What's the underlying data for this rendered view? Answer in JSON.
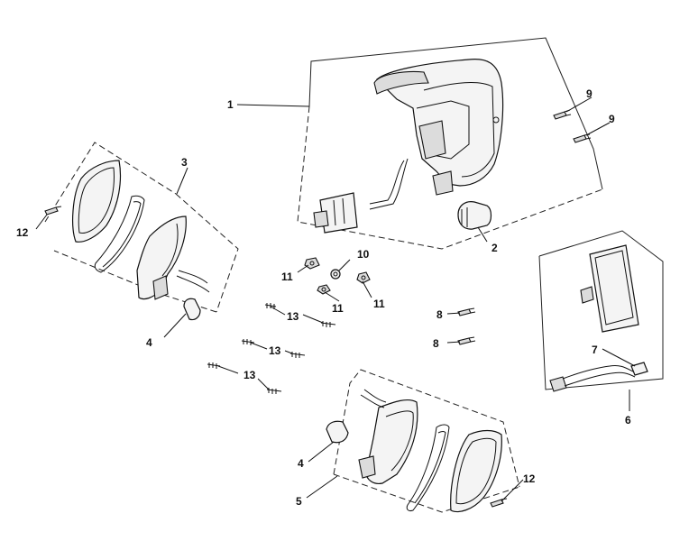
{
  "diagram": {
    "labels": {
      "l1": "1",
      "l2": "2",
      "l3": "3",
      "l4a": "4",
      "l4b": "4",
      "l5": "5",
      "l6": "6",
      "l7": "7",
      "l8a": "8",
      "l8b": "8",
      "l9a": "9",
      "l9b": "9",
      "l10": "10",
      "l11a": "11",
      "l11b": "11",
      "l11c": "11",
      "l12a": "12",
      "l12b": "12",
      "l13a": "13",
      "l13b": "13",
      "l13c": "13"
    }
  }
}
